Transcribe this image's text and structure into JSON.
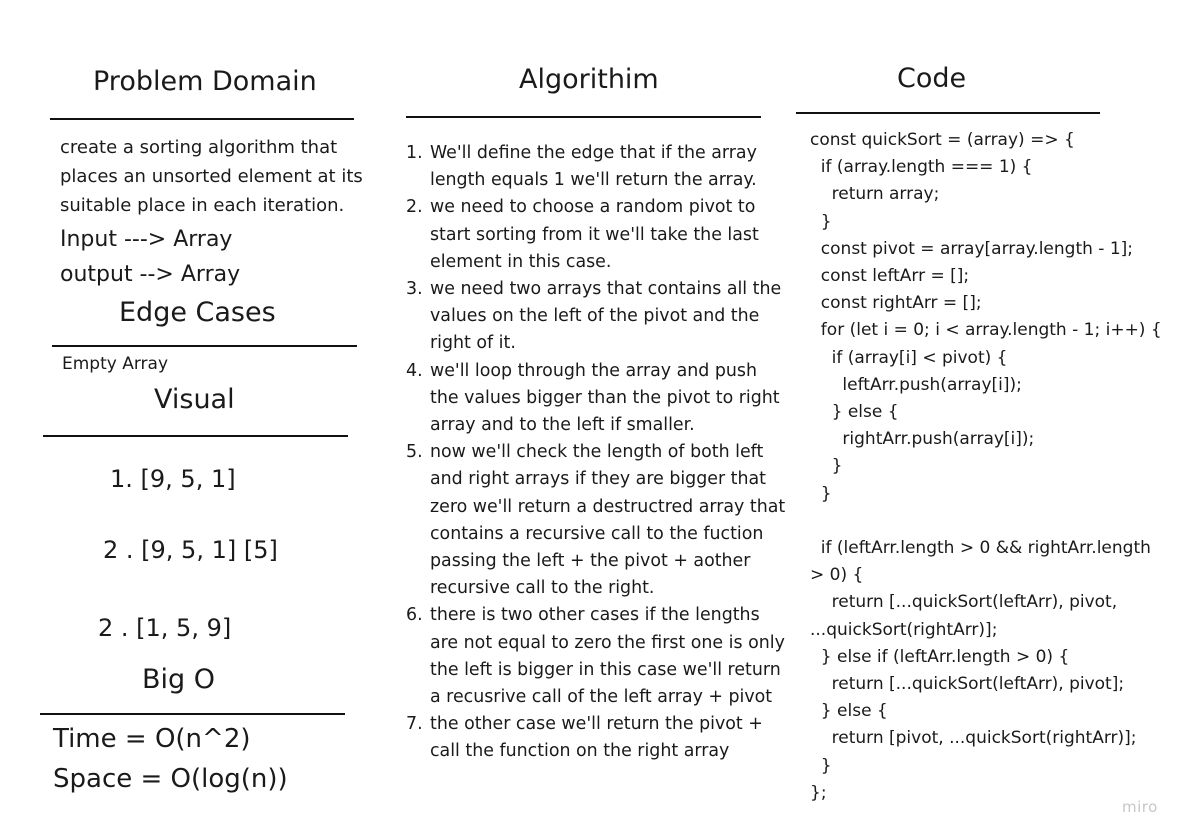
{
  "problem": {
    "title": "Problem Domain",
    "desc_lines": [
      "create a sorting algorithm that",
      "places an unsorted element at its",
      "suitable place in each iteration."
    ],
    "input": "Input  ---> Array",
    "output": "output --> Array"
  },
  "edge_cases": {
    "title": "Edge Cases",
    "item": "Empty Array"
  },
  "visual": {
    "title": "Visual",
    "step1": "1. [9, 5, 1]",
    "step2": "2 . [9, 5, 1]  [5]",
    "step3": "2 . [1, 5, 9]"
  },
  "big_o": {
    "title": "Big O",
    "time": "Time = O(n^2)",
    "space": "Space = O(log(n))"
  },
  "algorithm": {
    "title": "Algorithim",
    "steps": [
      {
        "num": "1.",
        "text": "We'll define the edge that if the array length equals 1 we'll return the array."
      },
      {
        "num": "2.",
        "text": "we need to choose a random pivot to start sorting from it we'll take the last element in this case."
      },
      {
        "num": "3.",
        "text": "we need two arrays that contains all the values on the left of the pivot and the right of it."
      },
      {
        "num": "4.",
        "text": "we'll loop through the array and push the values bigger than the pivot to right array and to the left if smaller."
      },
      {
        "num": "5.",
        "text": "now we'll check the length of both left and right arrays if they are bigger that zero we'll return a destructred array that contains a recursive call to the fuction passing the left + the pivot + aother recursive call to the right."
      },
      {
        "num": "6.",
        "text": "there is two other cases if the lengths are not equal to zero the first one is only the left is bigger in this case we'll return a recusrive call of the left array + pivot"
      },
      {
        "num": "7.",
        "text": "the other case we'll return the pivot + call the function on the right array"
      }
    ]
  },
  "code": {
    "title": "Code",
    "lines": [
      "const quickSort = (array) => {",
      "  if (array.length === 1) {",
      "    return array;",
      "  }",
      "  const pivot = array[array.length - 1];",
      "  const leftArr = [];",
      "  const rightArr = [];",
      "  for (let i = 0; i < array.length - 1; i++) {",
      "    if (array[i] < pivot) {",
      "      leftArr.push(array[i]);",
      "    } else {",
      "      rightArr.push(array[i]);",
      "    }",
      "  }",
      "",
      "  if (leftArr.length > 0 && rightArr.length",
      "> 0) {",
      "    return [...quickSort(leftArr), pivot,",
      "...quickSort(rightArr)];",
      "  } else if (leftArr.length > 0) {",
      "    return [...quickSort(leftArr), pivot];",
      "  } else {",
      "    return [pivot, ...quickSort(rightArr)];",
      "  }",
      "};"
    ]
  },
  "watermark": "miro"
}
